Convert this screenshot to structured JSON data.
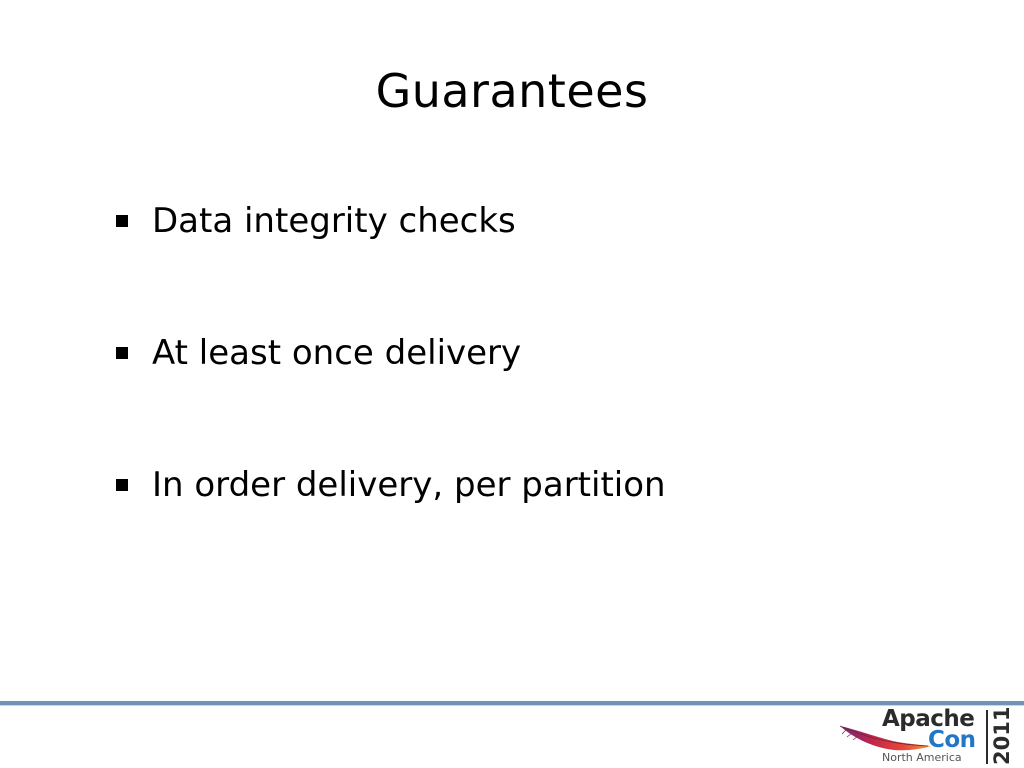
{
  "slide": {
    "title": "Guarantees",
    "bullets": [
      {
        "text": "Data integrity checks"
      },
      {
        "text": "At least once delivery"
      },
      {
        "text": "In order delivery, per partition"
      }
    ]
  },
  "footer": {
    "divider_color": "#6f93b4",
    "logo": {
      "word_apache": "Apache",
      "word_con": "Con",
      "region": "North America",
      "year": "2011",
      "icon": "apache-feather-icon",
      "accent_color": "#2176c7"
    }
  }
}
